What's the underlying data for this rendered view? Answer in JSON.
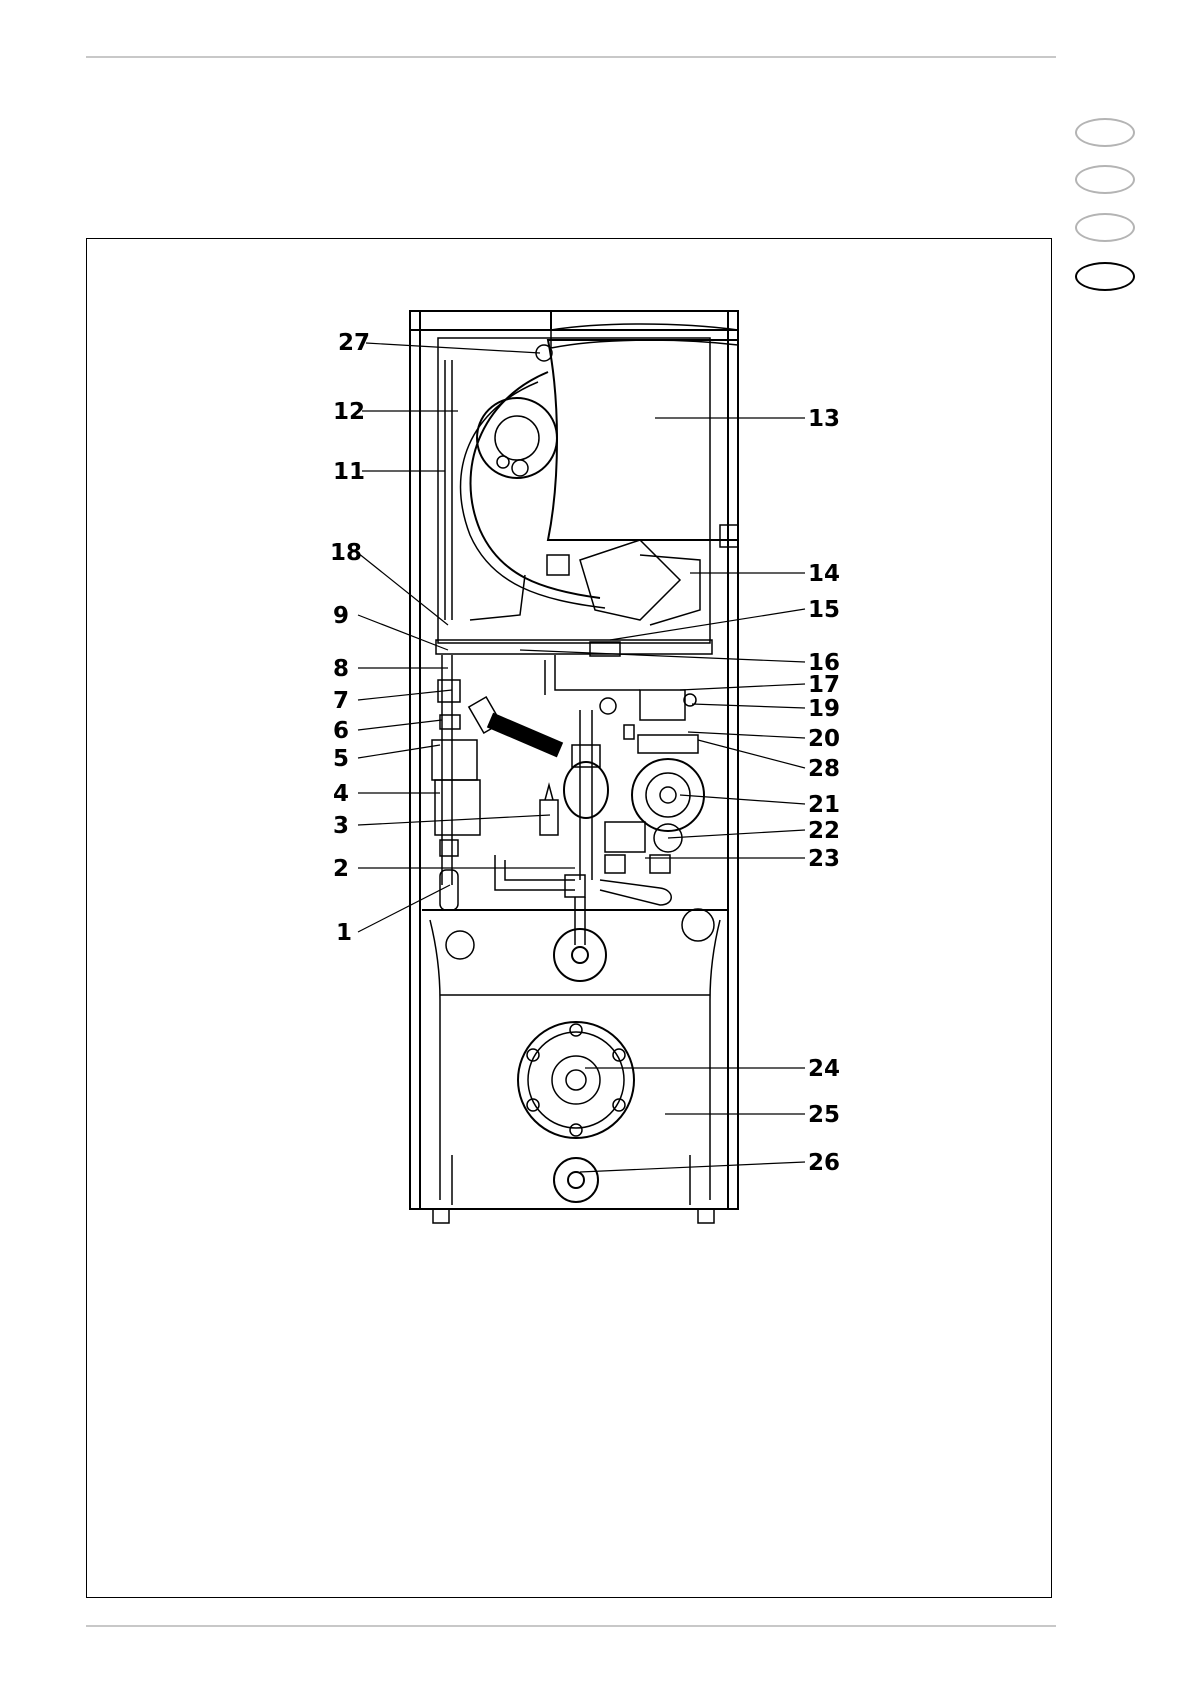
{
  "callouts": [
    "1",
    "2",
    "3",
    "4",
    "5",
    "6",
    "7",
    "8",
    "9",
    "11",
    "12",
    "13",
    "14",
    "15",
    "16",
    "17",
    "18",
    "19",
    "20",
    "21",
    "22",
    "23",
    "24",
    "25",
    "26",
    "27",
    "28"
  ],
  "tabs": {
    "count": 4,
    "active_index": 3
  },
  "colors": {
    "line": "#000000",
    "rule": "#c8c8c8",
    "tab_inactive": "#b4b4b4"
  }
}
